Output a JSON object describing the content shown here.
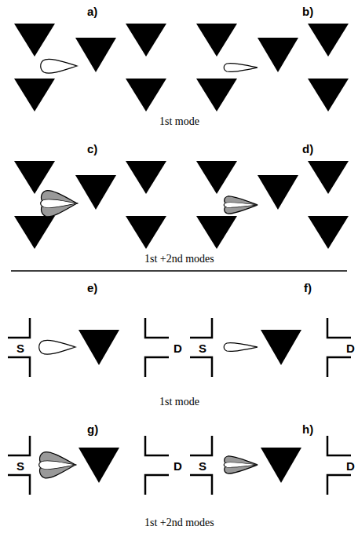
{
  "diagram": {
    "labels": [
      "a)",
      "b)",
      "1st mode",
      "c)",
      "d)",
      "1st +2nd modes",
      "e)",
      "f)",
      "S",
      "D",
      "S",
      "D",
      "1st mode",
      "g)",
      "h)",
      "S",
      "D",
      "S",
      "D",
      "1st +2nd modes"
    ]
  }
}
